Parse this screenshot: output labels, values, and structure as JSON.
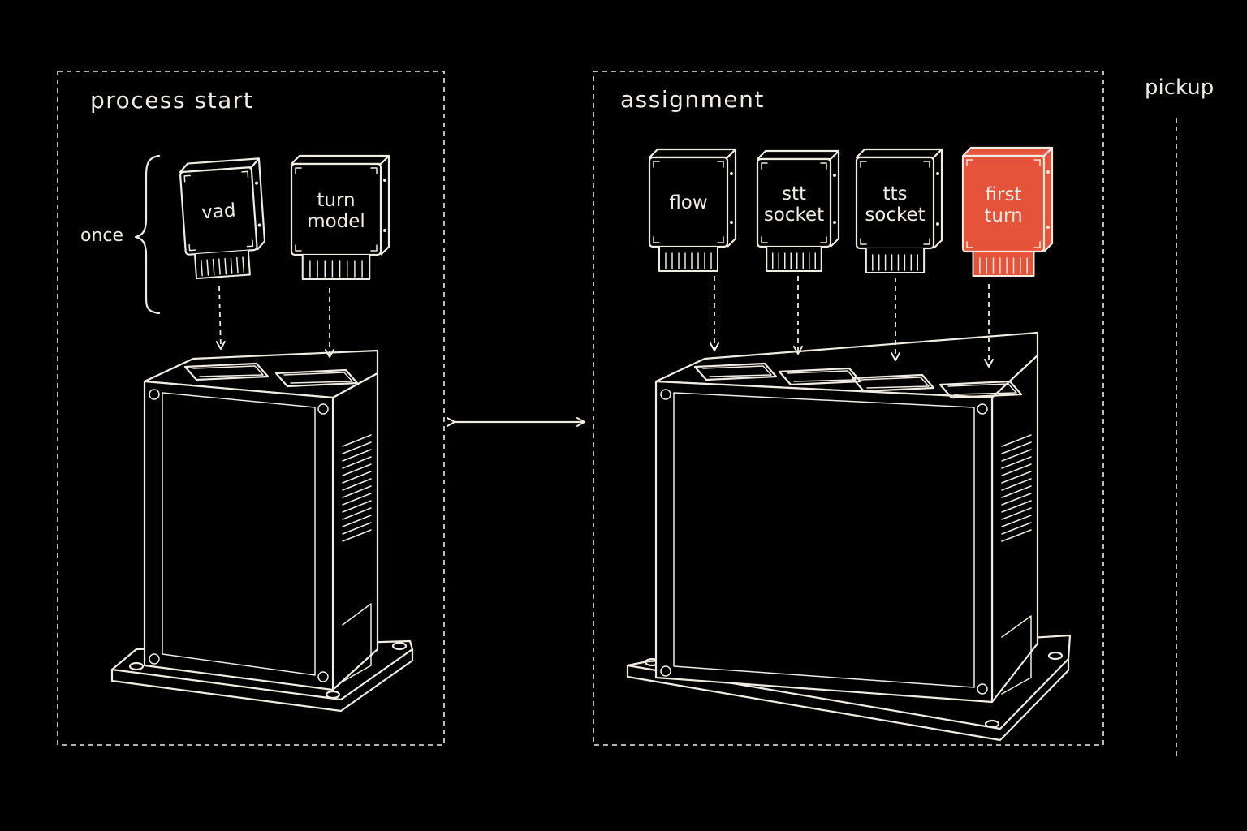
{
  "panels": {
    "process_start": {
      "title": "process start",
      "side_label": "once"
    },
    "assignment": {
      "title": "assignment"
    },
    "pickup": {
      "title": "pickup"
    }
  },
  "modules": [
    {
      "lines": [
        "vad"
      ],
      "highlight": false
    },
    {
      "lines": [
        "turn",
        "model"
      ],
      "highlight": false
    },
    {
      "lines": [
        "flow"
      ],
      "highlight": false
    },
    {
      "lines": [
        "stt",
        "socket"
      ],
      "highlight": false
    },
    {
      "lines": [
        "tts",
        "socket"
      ],
      "highlight": false
    },
    {
      "lines": [
        "first",
        "turn"
      ],
      "highlight": true
    }
  ],
  "colors": {
    "background": "#000000",
    "line": "#f1ece2",
    "highlight": "#e4533a"
  }
}
